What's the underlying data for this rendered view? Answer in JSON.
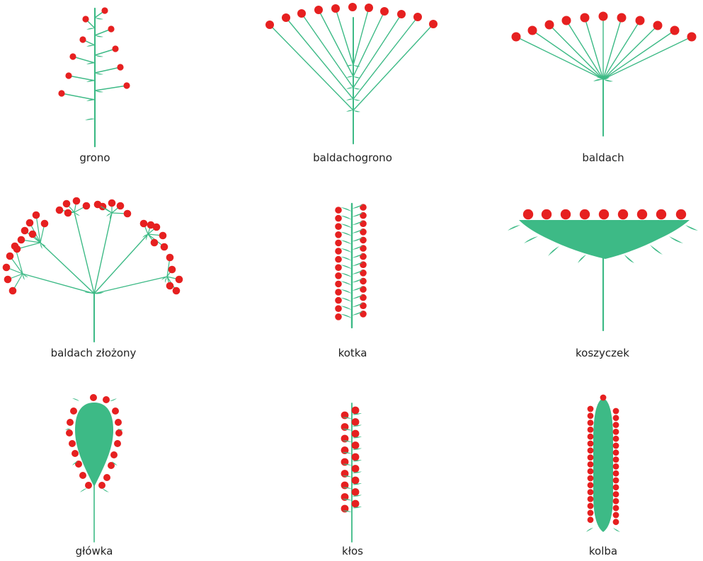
{
  "colors": {
    "stem": "#3dba86",
    "flower": "#e62020",
    "background": "#ffffff",
    "label": "#222222"
  },
  "panels": [
    {
      "id": "grono",
      "label": "grono"
    },
    {
      "id": "baldachogrono",
      "label": "baldachogrono"
    },
    {
      "id": "baldach",
      "label": "baldach"
    },
    {
      "id": "baldach-zlozony",
      "label": "baldach złożony"
    },
    {
      "id": "kotka",
      "label": "kotka"
    },
    {
      "id": "koszyczek",
      "label": "koszyczek"
    },
    {
      "id": "glowka",
      "label": "główka"
    },
    {
      "id": "klos",
      "label": "kłos"
    },
    {
      "id": "kolba",
      "label": "kolba"
    }
  ]
}
